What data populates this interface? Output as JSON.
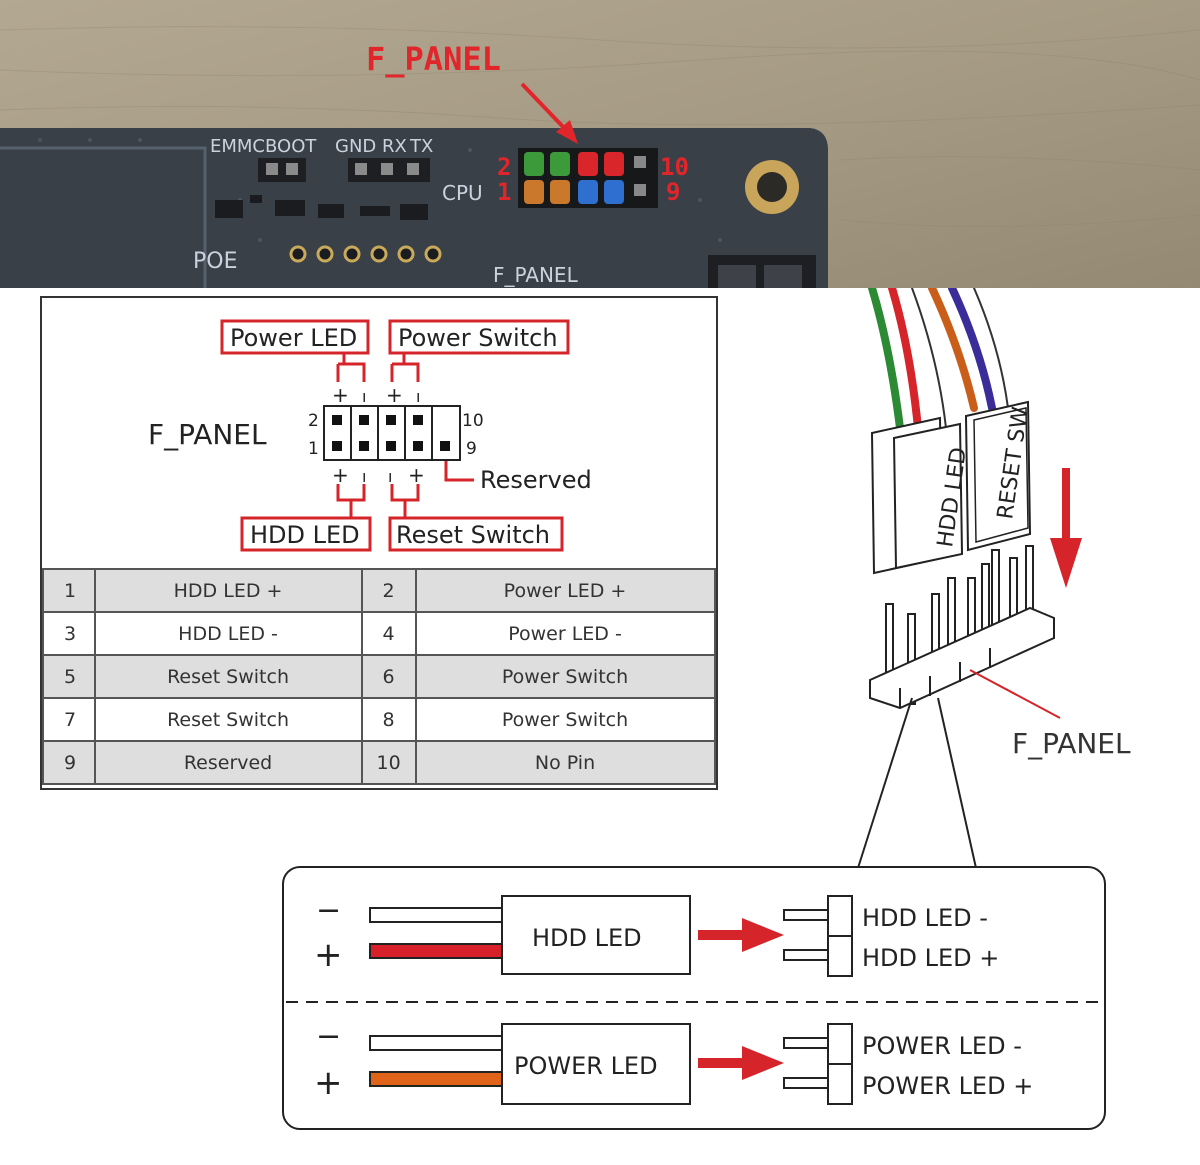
{
  "photo": {
    "title": "F_PANEL",
    "pin_numbers": {
      "top_left": "2",
      "bottom_left": "1",
      "top_right": "10",
      "bottom_right": "9"
    },
    "board_labels": {
      "emmcboot": "EMMCBOOT",
      "gnd": "GND",
      "rx": "RX",
      "tx": "TX",
      "cpu": "CPU",
      "poe": "POE",
      "fpanel": "F_PANEL"
    },
    "colors": {
      "title": "#e0262b",
      "pin_green": "#3c9a3a",
      "pin_red": "#d8262b",
      "pin_orange": "#c9782c",
      "pin_blue": "#2e6fd0",
      "pcb": "#3a4047"
    }
  },
  "header_diagram": {
    "name": "F_PANEL",
    "power_led": "Power LED",
    "power_switch": "Power Switch",
    "hdd_led": "HDD LED",
    "reset_switch": "Reset Switch",
    "reserved": "Reserved",
    "pin_2": "2",
    "pin_1": "1",
    "pin_10": "10",
    "pin_9": "9"
  },
  "pin_table": [
    [
      "1",
      "HDD LED +",
      "2",
      "Power LED +"
    ],
    [
      "3",
      "HDD LED -",
      "4",
      "Power LED -"
    ],
    [
      "5",
      "Reset Switch",
      "6",
      "Power Switch"
    ],
    [
      "7",
      "Reset Switch",
      "8",
      "Power Switch"
    ],
    [
      "9",
      "Reserved",
      "10",
      "No Pin"
    ]
  ],
  "connector_illustration": {
    "plug_hdd": "HDD LED",
    "plug_reset": "RESET SW",
    "header_label": "F_PANEL"
  },
  "wiring": {
    "minus": "−",
    "plus": "+",
    "hdd_block": "HDD LED",
    "power_block": "POWER LED",
    "hdd_minus_label": "HDD LED -",
    "hdd_plus_label": "HDD LED +",
    "power_minus_label": "POWER LED -",
    "power_plus_label": "POWER LED +"
  }
}
